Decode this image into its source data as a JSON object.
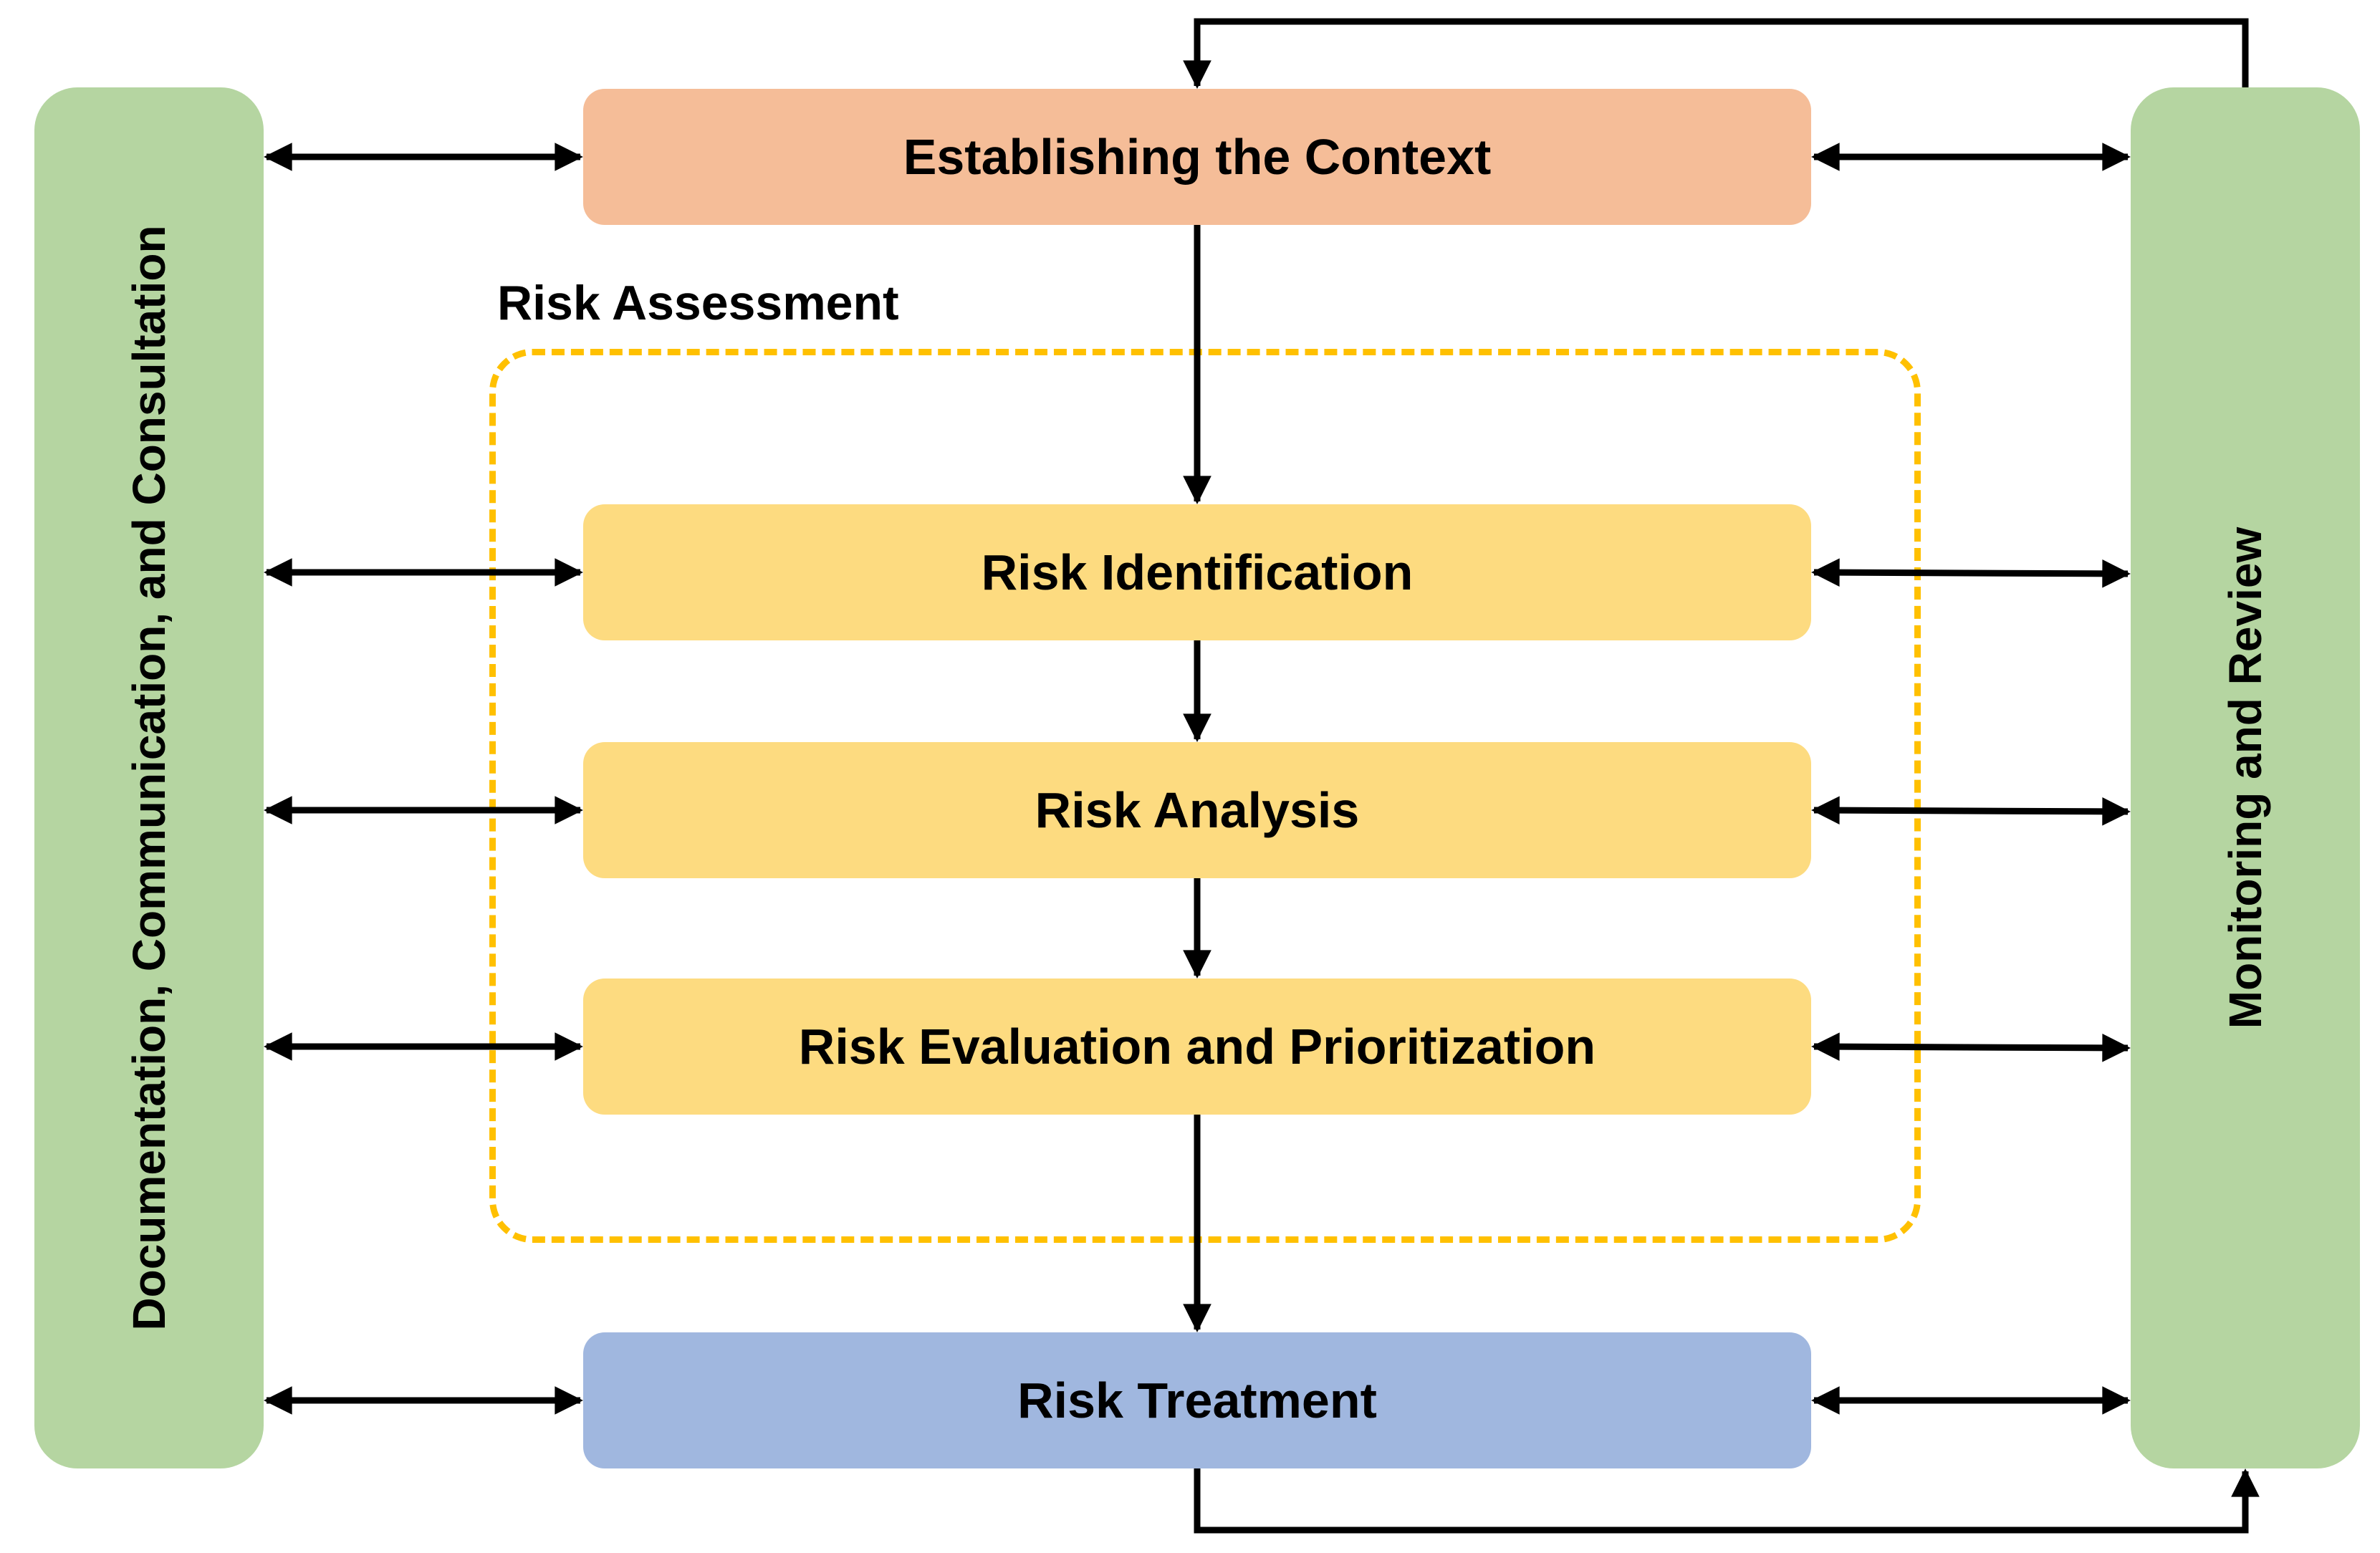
{
  "left_panel": {
    "label": "Documentation, Communication, and Consultation",
    "color": "#b5d5a1"
  },
  "right_panel": {
    "label": "Monitoring and Review",
    "color": "#b5d5a1"
  },
  "assessment_group": {
    "label": "Risk Assessment",
    "border_color": "#ffc000"
  },
  "steps": [
    {
      "label": "Establishing the Context",
      "color": "#f5bd98"
    },
    {
      "label": "Risk Identification",
      "color": "#fddb80"
    },
    {
      "label": "Risk Analysis",
      "color": "#fddb80"
    },
    {
      "label": "Risk Evaluation and Prioritization",
      "color": "#fddb80"
    },
    {
      "label": "Risk Treatment",
      "color": "#a0b7df"
    }
  ],
  "arrow_color": "#000000"
}
